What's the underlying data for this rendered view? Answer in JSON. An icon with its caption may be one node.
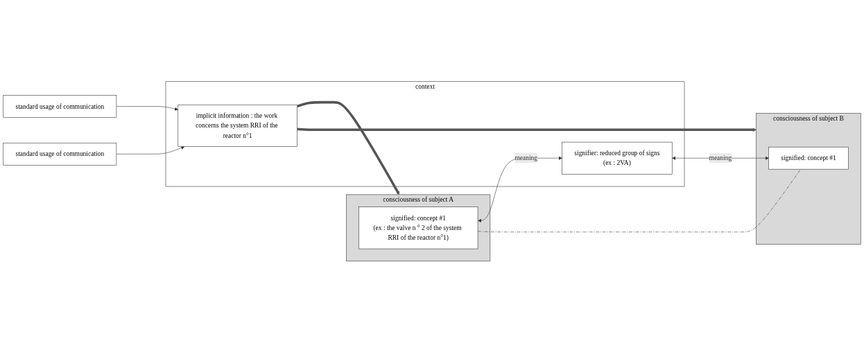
{
  "diagram": {
    "nodes": [
      {
        "text": [
          "consciousness of subject A"
        ]
      },
      {
        "text": [
          "signified: concept #1",
          "(ex : the valve n ° 2 of the system RRI of the reactor n°1)"
        ],
        "in": 0
      },
      {
        "text": [
          "context"
        ]
      },
      {
        "text": [
          "signifier: reduced group of signs",
          "(ex : 2VA)"
        ],
        "in": 2
      },
      {
        "text": [
          "implicit information : the work concerns the system RRI of the reactor n°1"
        ],
        "in": 2
      },
      {
        "text": [
          "consciousness of subject B"
        ]
      },
      {
        "text": [
          "signified: concept #1"
        ],
        "in": 5
      },
      {
        "text": [
          "standard usage of communication"
        ]
      },
      {
        "text": [
          "standard usage of communication"
        ]
      }
    ],
    "edges": [
      {
        "from": 1,
        "to": 3,
        "arrow": "both",
        "label": "meaning"
      },
      {
        "from": 3,
        "to": 6,
        "arrow": "both",
        "label": "meaning"
      },
      {
        "from": 4,
        "to": 0,
        "arrow": "to",
        "style": "thick"
      },
      {
        "from": 4,
        "to": 5,
        "arrow": "to",
        "style": "thick"
      },
      {
        "from": 7,
        "to": 4,
        "arrow": "to"
      },
      {
        "from": 8,
        "to": 4,
        "arrow": "to"
      },
      {
        "from": 1,
        "to": 6,
        "arrow": "none",
        "style": "dashed"
      }
    ]
  }
}
